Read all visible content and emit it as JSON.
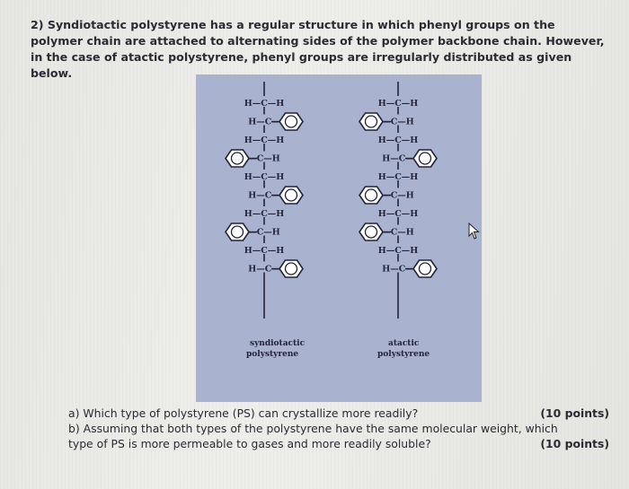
{
  "question": {
    "intro": "2) Syndiotactic polystyrene has a regular structure in which phenyl groups on the polymer chain are attached to alternating sides of the polymer backbone chain. However, in the case of atactic polystyrene, phenyl groups are irregularly distributed as given below."
  },
  "figure": {
    "left_chain": {
      "caption_line1": "syndiotactic",
      "caption_line2": "polystyrene",
      "rows": [
        {
          "text": "H—C—H",
          "ring": "none"
        },
        {
          "text": "H—C—",
          "ring": "right"
        },
        {
          "text": "H—C—H",
          "ring": "none"
        },
        {
          "text": "—C—H",
          "ring": "left"
        },
        {
          "text": "H—C—H",
          "ring": "none"
        },
        {
          "text": "H—C—",
          "ring": "right"
        },
        {
          "text": "H—C—H",
          "ring": "none"
        },
        {
          "text": "—C—H",
          "ring": "left"
        },
        {
          "text": "H—C—H",
          "ring": "none"
        },
        {
          "text": "H—C—",
          "ring": "right"
        }
      ]
    },
    "right_chain": {
      "caption_line1": "atactic",
      "caption_line2": "polystyrene",
      "rows": [
        {
          "text": "H—C—H",
          "ring": "none"
        },
        {
          "text": "—C—H",
          "ring": "left"
        },
        {
          "text": "H—C—H",
          "ring": "none"
        },
        {
          "text": "H—C—",
          "ring": "right"
        },
        {
          "text": "H—C—H",
          "ring": "none"
        },
        {
          "text": "—C—H",
          "ring": "left"
        },
        {
          "text": "H—C—H",
          "ring": "none"
        },
        {
          "text": "—C—H",
          "ring": "left"
        },
        {
          "text": "H—C—H",
          "ring": "none"
        },
        {
          "text": "H—C—",
          "ring": "right"
        }
      ]
    }
  },
  "sub_questions": {
    "a_text": "a)  Which type of polystyrene (PS) can crystallize more readily?",
    "a_points": "(10 points)",
    "b_text": "b)  Assuming that both types of the polystyrene have the same molecular weight, which type of PS is more permeable to gases and more readily soluble?",
    "b_points": "(10 points)"
  },
  "colors": {
    "figure_bg": "#a9b3cf",
    "ink": "#23233a",
    "ring_fill": "#ffffff"
  }
}
